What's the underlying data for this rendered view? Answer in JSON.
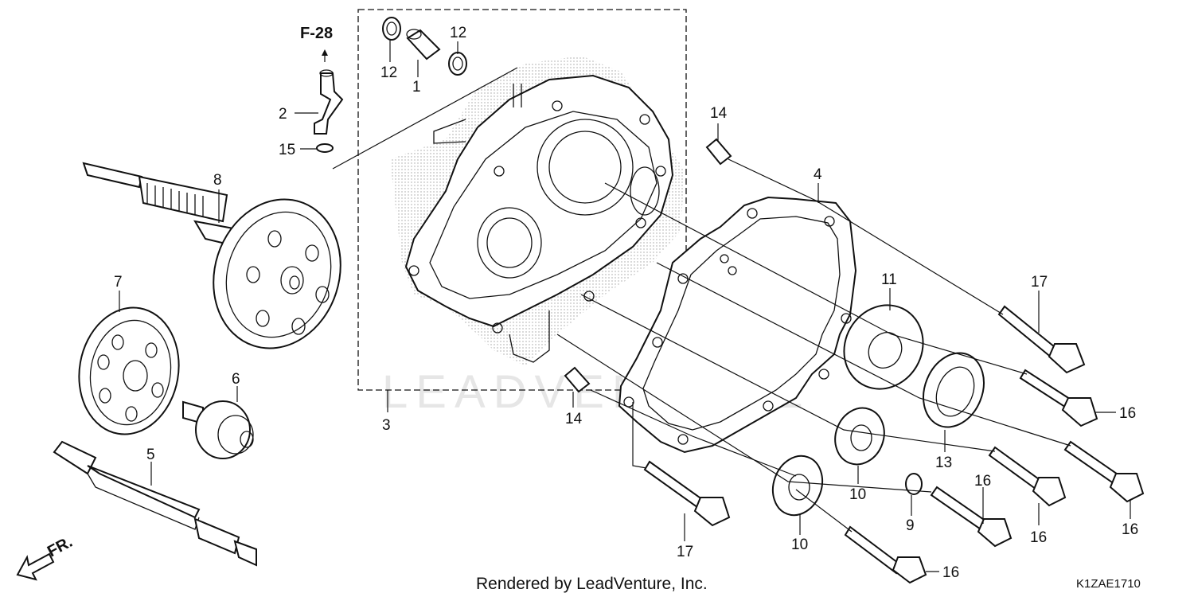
{
  "diagram": {
    "reference": "F-28",
    "front_marker": "FR.",
    "credit": "Rendered by LeadVenture, Inc.",
    "drawing_code": "K1ZAE1710",
    "watermark": "LEADVENTURE",
    "callouts": {
      "c1": "1",
      "c2": "2",
      "c3": "3",
      "c4": "4",
      "c5": "5",
      "c6": "6",
      "c7": "7",
      "c8": "8",
      "c9": "9",
      "c10a": "10",
      "c10b": "10",
      "c11": "11",
      "c12a": "12",
      "c12b": "12",
      "c13": "13",
      "c14a": "14",
      "c14b": "14",
      "c15": "15",
      "c16a": "16",
      "c16b": "16",
      "c16c": "16",
      "c16d": "16",
      "c16e": "16",
      "c17a": "17",
      "c17b": "17"
    }
  }
}
